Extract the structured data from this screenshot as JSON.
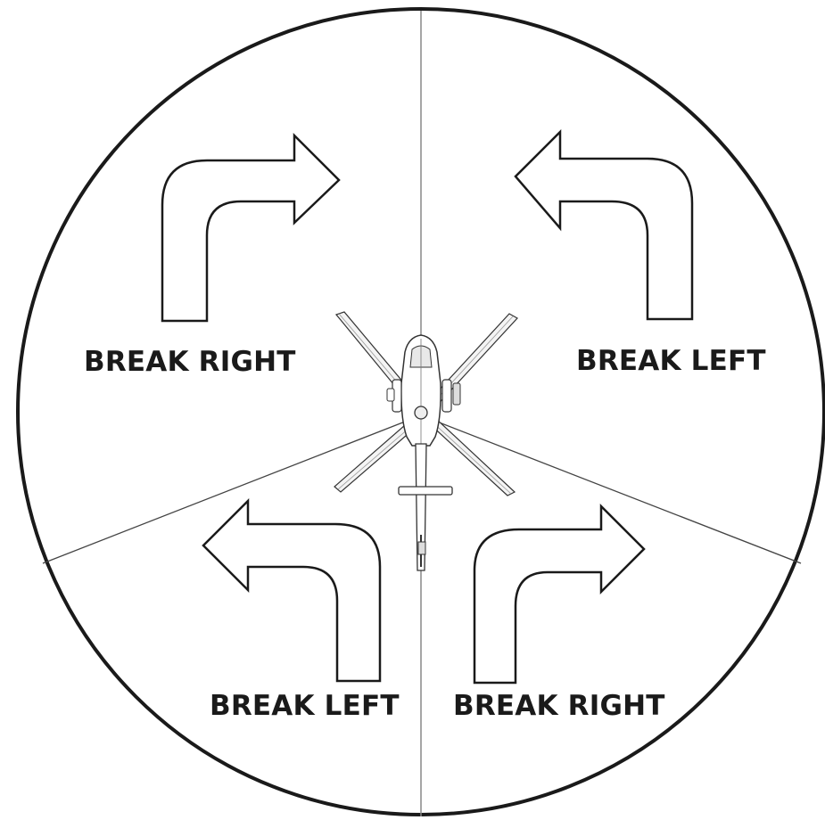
{
  "labels": {
    "upper_left": "BREAK RIGHT",
    "upper_right": "BREAK LEFT",
    "lower_left": "BREAK LEFT",
    "lower_right": "BREAK RIGHT"
  },
  "colors": {
    "ink": "#1a1a1a",
    "guide_line": "#777777",
    "background": "#ffffff"
  },
  "icons": {
    "center": "helicopter-top-view-icon",
    "arrows": "turn-arrow-icon"
  }
}
